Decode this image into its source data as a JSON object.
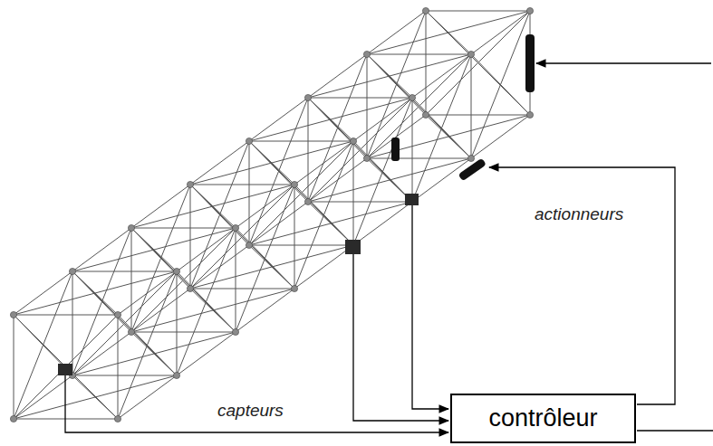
{
  "diagram": {
    "nodes": [
      {
        "text": [
          "contrôleur"
        ]
      }
    ],
    "labels": [
      "actionneurs",
      "capteurs"
    ]
  }
}
